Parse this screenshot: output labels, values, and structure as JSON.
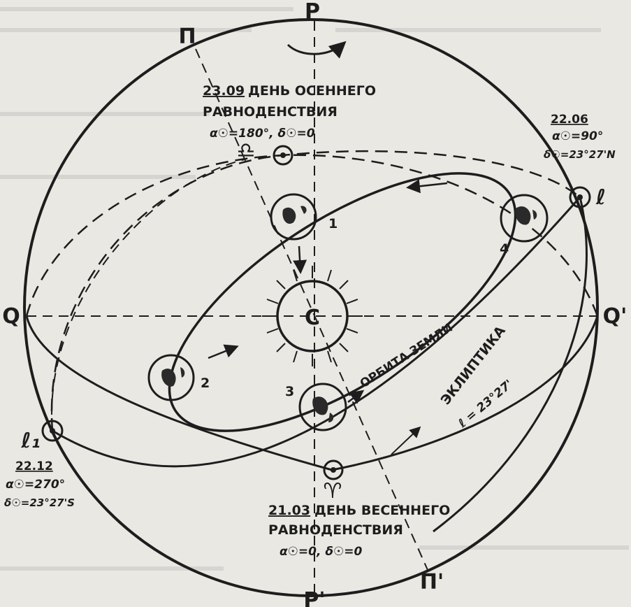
{
  "poles": {
    "north": "Р",
    "p": "П",
    "p_prime": "П'",
    "south": "Р'"
  },
  "equator": {
    "left": "Q",
    "right": "Q'"
  },
  "sun": {
    "label": "С"
  },
  "autumn": {
    "date": "23.09",
    "title": "ДЕНЬ ОСЕННЕГО",
    "title2": "РАВНОДЕНСТВИЯ",
    "coords": "α☉=180°, δ☉=0",
    "sign": "♎"
  },
  "spring": {
    "date": "21.03",
    "title": "ДЕНЬ ВЕСЕННЕГО",
    "title2": "РАВНОДЕНСТВИЯ",
    "coords": "α☉=0, δ☉=0",
    "sign": "♈"
  },
  "summer": {
    "date": "22.06",
    "ra": "α☉=90°",
    "dec": "δ☉=23°27'N",
    "point": "ℓ"
  },
  "winter": {
    "date": "22.12",
    "ra": "α☉=270°",
    "dec": "δ☉=23°27'S",
    "point": "ℓ₁"
  },
  "earth_positions": [
    "1",
    "2",
    "3",
    "4"
  ],
  "orbit_label": "ОРБИТА ЗЕМЛИ",
  "ecliptic": {
    "label": "ЭКЛИПТИКА",
    "angle": "ℓ = 23°27'"
  }
}
